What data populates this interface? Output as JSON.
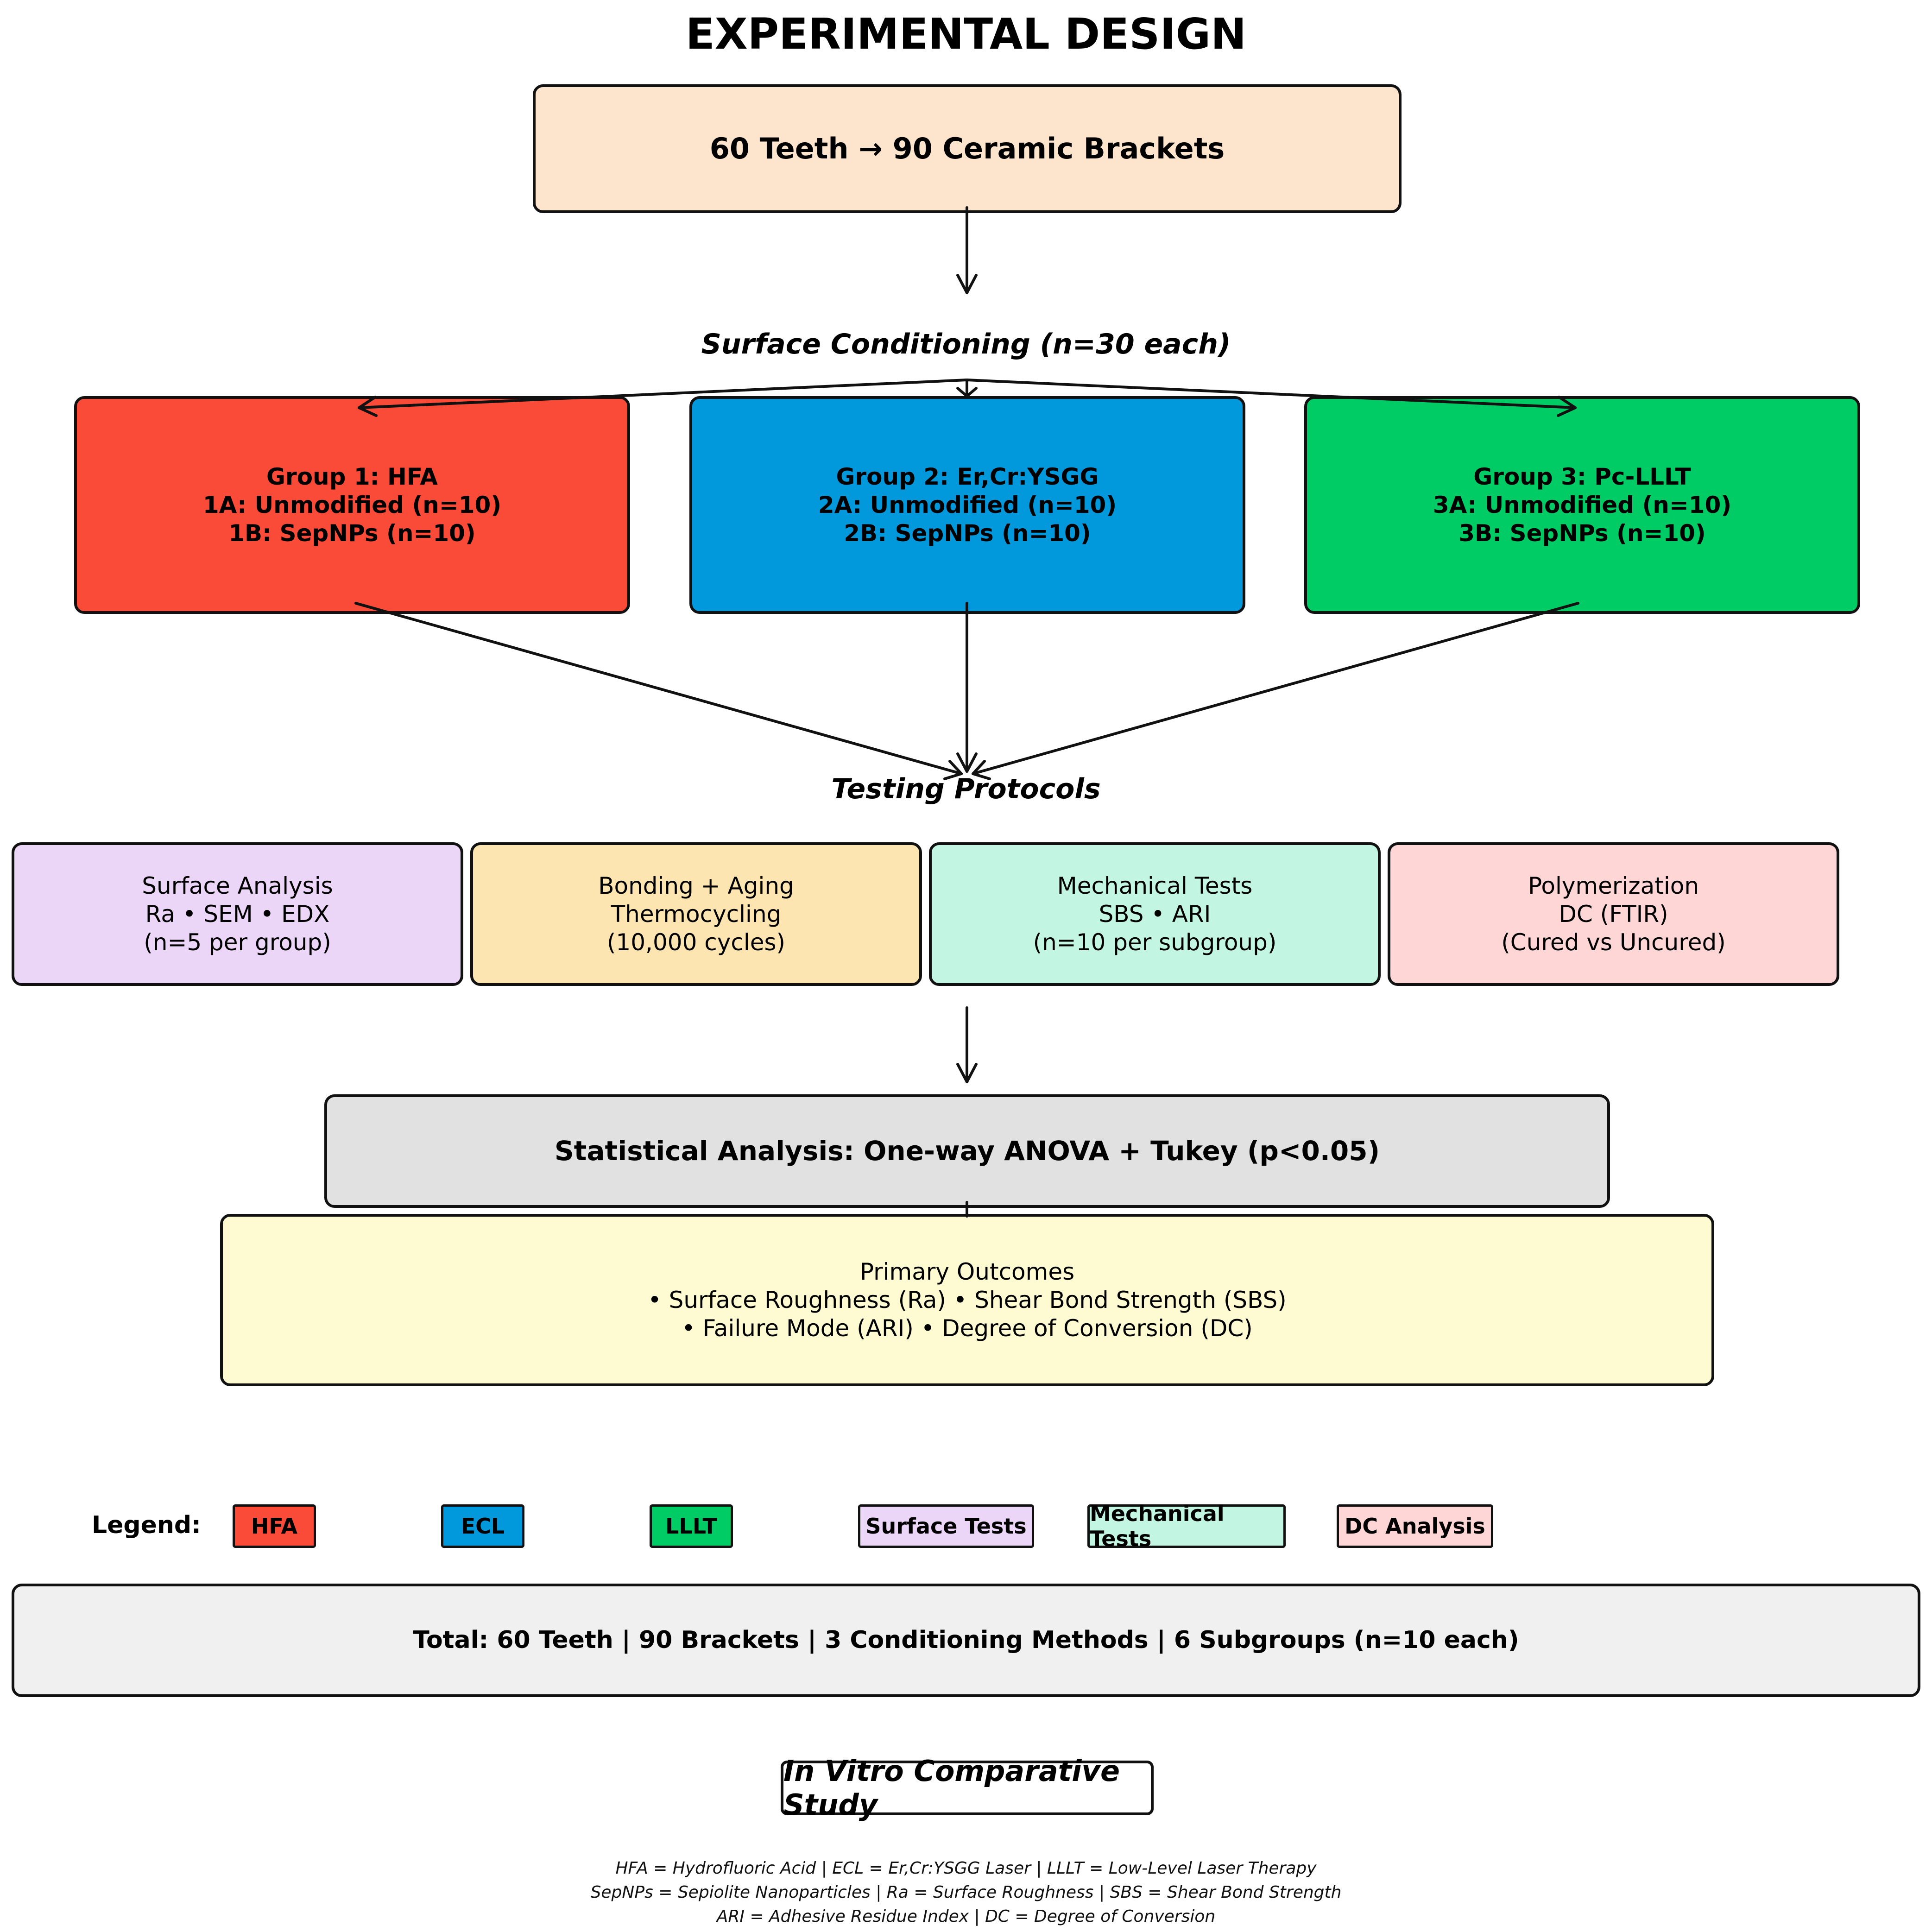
{
  "title": "EXPERIMENTAL DESIGN",
  "top_box": "60 Teeth → 90 Ceramic Brackets",
  "conditioning_label": "Surface Conditioning (n=30 each)",
  "groups": [
    {
      "title": "Group 1: HFA",
      "a": "1A: Unmodified (n=10)",
      "b": "1B: SepNPs (n=10)",
      "color": "#fa4a38"
    },
    {
      "title": "Group 2: Er,Cr:YSGG",
      "a": "2A: Unmodified (n=10)",
      "b": "2B: SepNPs (n=10)",
      "color": "#0298dc"
    },
    {
      "title": "Group 3: Pc-LLLT",
      "a": "3A: Unmodified (n=10)",
      "b": "3B: SepNPs (n=10)",
      "color": "#00cc66"
    }
  ],
  "testing_label": "Testing Protocols",
  "tests": [
    {
      "l1": "Surface Analysis",
      "l2": "Ra • SEM • EDX",
      "l3": "(n=5 per group)",
      "color": "#ecd6f8"
    },
    {
      "l1": "Bonding + Aging",
      "l2": "Thermocycling",
      "l3": "(10,000 cycles)",
      "color": "#fde5b2"
    },
    {
      "l1": "Mechanical Tests",
      "l2": "SBS • ARI",
      "l3": "(n=10 per subgroup)",
      "color": "#c3f5e3"
    },
    {
      "l1": "Polymerization",
      "l2": "DC (FTIR)",
      "l3": "(Cured vs Uncured)",
      "color": "#fed6d6"
    }
  ],
  "stats_box": "Statistical Analysis: One-way ANOVA + Tukey (p<0.05)",
  "outcomes": {
    "l1": "Primary Outcomes",
    "l2": "• Surface Roughness (Ra) • Shear Bond Strength (SBS)",
    "l3": "• Failure Mode (ARI) • Degree of Conversion (DC)"
  },
  "legend": {
    "label": "Legend:",
    "items": [
      {
        "text": "HFA",
        "color": "#fa4a38"
      },
      {
        "text": "ECL",
        "color": "#0298dc"
      },
      {
        "text": "LLLT",
        "color": "#00cc66"
      },
      {
        "text": "Surface Tests",
        "color": "#ecd6f8"
      },
      {
        "text": "Mechanical Tests",
        "color": "#c3f5e3"
      },
      {
        "text": "DC Analysis",
        "color": "#fed6d6"
      }
    ]
  },
  "total_box": "Total: 60 Teeth | 90 Brackets | 3 Conditioning Methods | 6 Subgroups (n=10 each)",
  "study_label": "In Vitro Comparative Study",
  "footnotes": [
    "HFA = Hydrofluoric Acid | ECL = Er,Cr:YSGG Laser | LLLT = Low-Level Laser Therapy",
    "SepNPs = Sepiolite Nanoparticles | Ra = Surface Roughness | SBS = Shear Bond Strength",
    "ARI = Adhesive Residue Index | DC = Degree of Conversion"
  ]
}
